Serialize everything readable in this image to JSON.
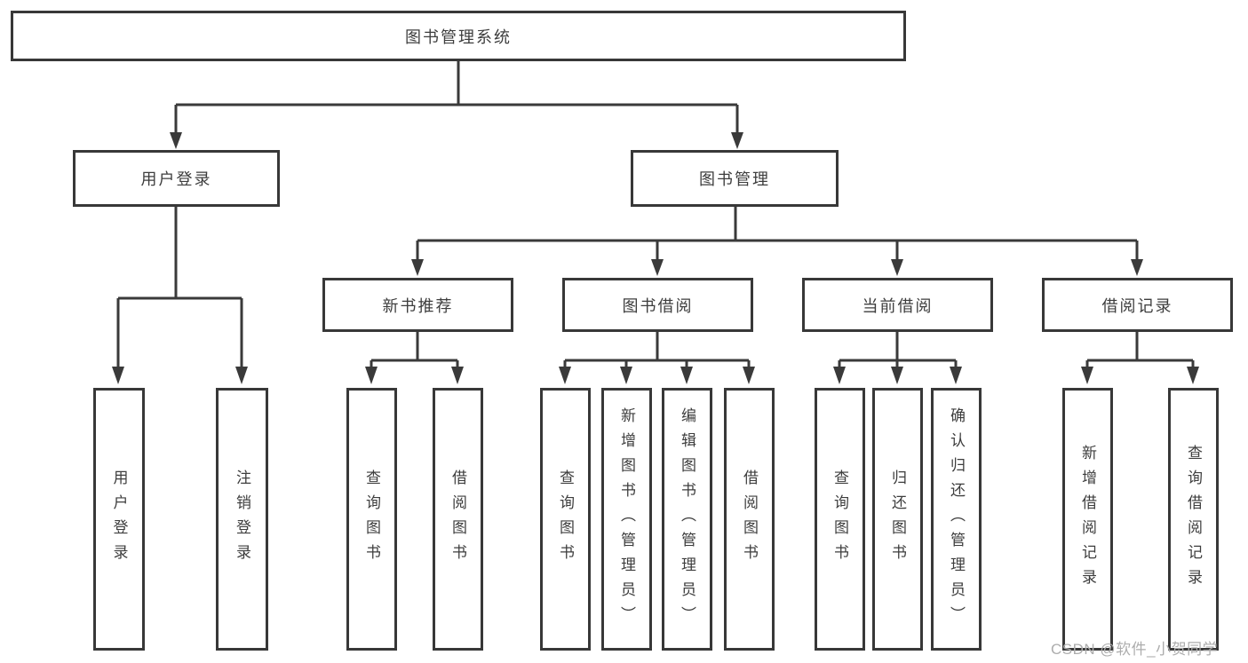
{
  "diagram": {
    "tree": {
      "label": "图书管理系统",
      "children": [
        {
          "label": "用户登录",
          "children": [
            {
              "label": "用户登录"
            },
            {
              "label": "注销登录"
            }
          ]
        },
        {
          "label": "图书管理",
          "children": [
            {
              "label": "新书推荐",
              "children": [
                {
                  "label": "查询图书"
                },
                {
                  "label": "借阅图书"
                }
              ]
            },
            {
              "label": "图书借阅",
              "children": [
                {
                  "label": "查询图书"
                },
                {
                  "label": "新增图书（管理员）"
                },
                {
                  "label": "编辑图书（管理员）"
                },
                {
                  "label": "借阅图书"
                }
              ]
            },
            {
              "label": "当前借阅",
              "children": [
                {
                  "label": "查询图书"
                },
                {
                  "label": "归还图书"
                },
                {
                  "label": "确认归还（管理员）"
                }
              ]
            },
            {
              "label": "借阅记录",
              "children": [
                {
                  "label": "新增借阅记录"
                },
                {
                  "label": "查询借阅记录"
                }
              ]
            }
          ]
        }
      ]
    },
    "colors": {
      "line": "#3a3a3a",
      "text": "#3d3d3d",
      "box_fill": "#ffffff",
      "background": "#ffffff",
      "watermark": "#adadad"
    },
    "watermark": "CSDN @软件_小贺同学"
  }
}
